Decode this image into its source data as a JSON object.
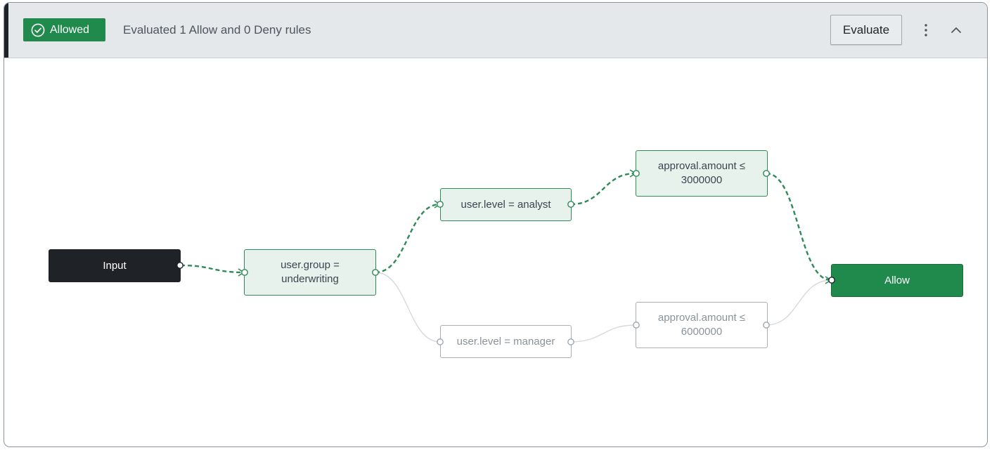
{
  "header": {
    "status": "Allowed",
    "summary": "Evaluated 1 Allow and 0 Deny rules",
    "evaluate_label": "Evaluate"
  },
  "icons": {
    "status": "check-circle-icon",
    "more": "vertical-ellipsis-icon",
    "collapse": "chevron-up-icon"
  },
  "colors": {
    "accent_green": "#1f8a4c",
    "active_node_fill": "#e8f2ec",
    "input_node": "#1f2328",
    "inactive_edge": "#d0d4d9"
  },
  "graph": {
    "input": "Input",
    "group_rule": [
      "user.group =",
      "underwriting"
    ],
    "analyst_rule": "user.level = analyst",
    "manager_rule": "user.level = manager",
    "amount_analyst": [
      "approval.amount ≤",
      "3000000"
    ],
    "amount_manager": [
      "approval.amount ≤",
      "6000000"
    ],
    "result": "Allow"
  }
}
